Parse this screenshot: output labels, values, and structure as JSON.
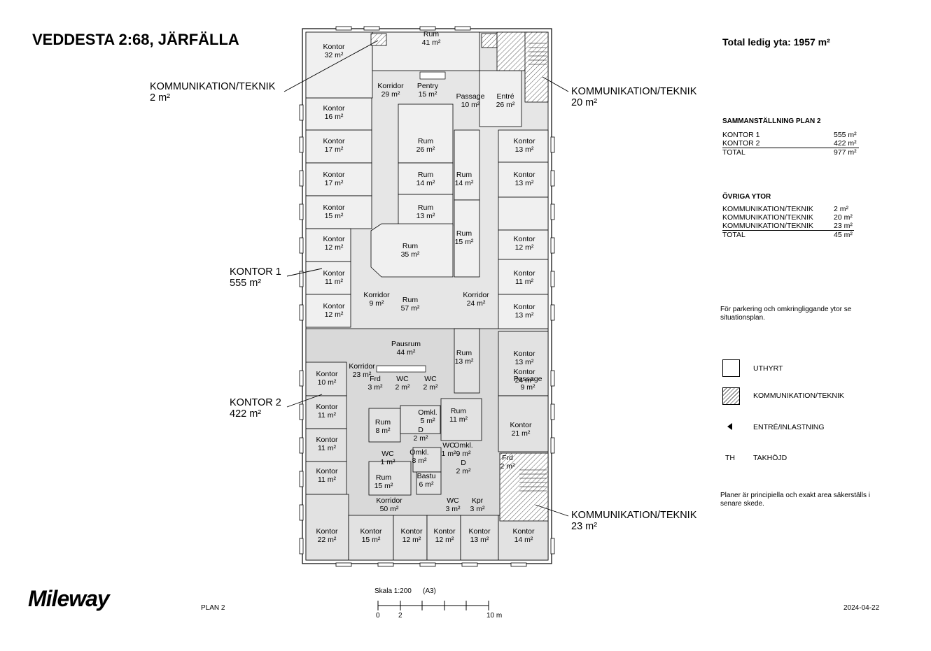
{
  "header": {
    "title": "VEDDESTA 2:68, JÄRFÄLLA",
    "total_label": "Total ledig yta: 1957 m²"
  },
  "callouts": [
    {
      "name": "KOMMUNIKATION/TEKNIK",
      "area": "2 m²"
    },
    {
      "name": "KOMMUNIKATION/TEKNIK",
      "area": "20 m²"
    },
    {
      "name": "KONTOR 1",
      "area": "555 m²"
    },
    {
      "name": "KONTOR 2",
      "area": "422 m²"
    },
    {
      "name": "KOMMUNIKATION/TEKNIK",
      "area": "23 m²"
    }
  ],
  "summary_plan2": {
    "heading": "SAMMANSTÄLLNING PLAN 2",
    "rows": [
      {
        "label": "KONTOR 1",
        "value": "555 m²"
      },
      {
        "label": "KONTOR 2",
        "value": "422 m²"
      },
      {
        "label": "TOTAL",
        "value": "977 m²"
      }
    ]
  },
  "summary_other": {
    "heading": "ÖVRIGA YTOR",
    "rows": [
      {
        "label": "KOMMUNIKATION/TEKNIK",
        "value": "2 m²"
      },
      {
        "label": "KOMMUNIKATION/TEKNIK",
        "value": "20 m²"
      },
      {
        "label": "KOMMUNIKATION/TEKNIK",
        "value": "23 m²"
      },
      {
        "label": "TOTAL",
        "value": "45 m²"
      }
    ]
  },
  "notes": {
    "parking": "För parkering och omkringliggande ytor se situationsplan.",
    "disclaimer": "Planer är principiella och exakt area säkerställs i senare skede."
  },
  "legend": [
    {
      "symbol": "box",
      "label": "UTHYRT"
    },
    {
      "symbol": "hatch",
      "label": "KOMMUNIKATION/TEKNIK"
    },
    {
      "symbol": "triangle",
      "label": "ENTRÉ/INLASTNING"
    },
    {
      "symbol": "TH",
      "label": "TAKHÖJD"
    }
  ],
  "footer": {
    "logo": "Mileway",
    "plan": "PLAN 2",
    "scale": "Skala 1:200",
    "paper": "(A3)",
    "scale_ticks": [
      "0",
      "2",
      "10 m"
    ],
    "date": "2024-04-22"
  },
  "rooms": [
    {
      "name": "Kontor",
      "area": "32 m²"
    },
    {
      "name": "Rum",
      "area": "41 m²"
    },
    {
      "name": "Korridor",
      "area": "29 m²"
    },
    {
      "name": "Pentry",
      "area": "15 m²"
    },
    {
      "name": "Passage",
      "area": "10 m²"
    },
    {
      "name": "Entré",
      "area": "26 m²"
    },
    {
      "name": "Kontor",
      "area": "16 m²"
    },
    {
      "name": "Rum",
      "area": "26 m²"
    },
    {
      "name": "Kontor",
      "area": "17 m²"
    },
    {
      "name": "Kontor",
      "area": "13 m²"
    },
    {
      "name": "Kontor",
      "area": "17 m²"
    },
    {
      "name": "Rum",
      "area": "14 m²"
    },
    {
      "name": "Rum",
      "area": "14 m²"
    },
    {
      "name": "Kontor",
      "area": "13 m²"
    },
    {
      "name": "Kontor",
      "area": "15 m²"
    },
    {
      "name": "Rum",
      "area": "13 m²"
    },
    {
      "name": "Kontor",
      "area": "12 m²"
    },
    {
      "name": "Kontor",
      "area": "12 m²"
    },
    {
      "name": "Rum",
      "area": "35 m²"
    },
    {
      "name": "Rum",
      "area": "15 m²"
    },
    {
      "name": "Kontor",
      "area": "11 m²"
    },
    {
      "name": "Kontor",
      "area": "11 m²"
    },
    {
      "name": "Kontor",
      "area": "13 m²"
    },
    {
      "name": "Korridor",
      "area": "9 m²"
    },
    {
      "name": "Rum",
      "area": "57 m²"
    },
    {
      "name": "Korridor",
      "area": "24 m²"
    },
    {
      "name": "Kontor",
      "area": "12 m²"
    },
    {
      "name": "Kontor",
      "area": "13 m²"
    },
    {
      "name": "Pausrum",
      "area": "44 m²"
    },
    {
      "name": "Rum",
      "area": "13 m²"
    },
    {
      "name": "Kontor",
      "area": "24 m²"
    },
    {
      "name": "Korridor",
      "area": "23 m²"
    },
    {
      "name": "Kontor",
      "area": "10 m²"
    },
    {
      "name": "Frd",
      "area": "3 m²"
    },
    {
      "name": "WC",
      "area": "2 m²"
    },
    {
      "name": "WC",
      "area": "2 m²"
    },
    {
      "name": "Passage",
      "area": "9 m²"
    },
    {
      "name": "Kontor",
      "area": "11 m²"
    },
    {
      "name": "Omkl.",
      "area": "5 m²"
    },
    {
      "name": "Rum",
      "area": "11 m²"
    },
    {
      "name": "Rum",
      "area": "8 m²"
    },
    {
      "name": "D",
      "area": "2 m²"
    },
    {
      "name": "Kontor",
      "area": "21 m²"
    },
    {
      "name": "Kontor",
      "area": "11 m²"
    },
    {
      "name": "WC",
      "area": "1 m²"
    },
    {
      "name": "Omkl.",
      "area": "9 m²"
    },
    {
      "name": "WC",
      "area": "1 m²"
    },
    {
      "name": "Omkl.",
      "area": "8 m²"
    },
    {
      "name": "D",
      "area": "2 m²"
    },
    {
      "name": "Frd",
      "area": "2 m²"
    },
    {
      "name": "Kontor",
      "area": "11 m²"
    },
    {
      "name": "Rum",
      "area": "15 m²"
    },
    {
      "name": "Bastu",
      "area": "6 m²"
    },
    {
      "name": "Korridor",
      "area": "50 m²"
    },
    {
      "name": "WC",
      "area": "3 m²"
    },
    {
      "name": "Kpr",
      "area": "3 m²"
    },
    {
      "name": "Kontor",
      "area": "22 m²"
    },
    {
      "name": "Kontor",
      "area": "15 m²"
    },
    {
      "name": "Kontor",
      "area": "12 m²"
    },
    {
      "name": "Kontor",
      "area": "12 m²"
    },
    {
      "name": "Kontor",
      "area": "13 m²"
    },
    {
      "name": "Kontor",
      "area": "14 m²"
    }
  ]
}
